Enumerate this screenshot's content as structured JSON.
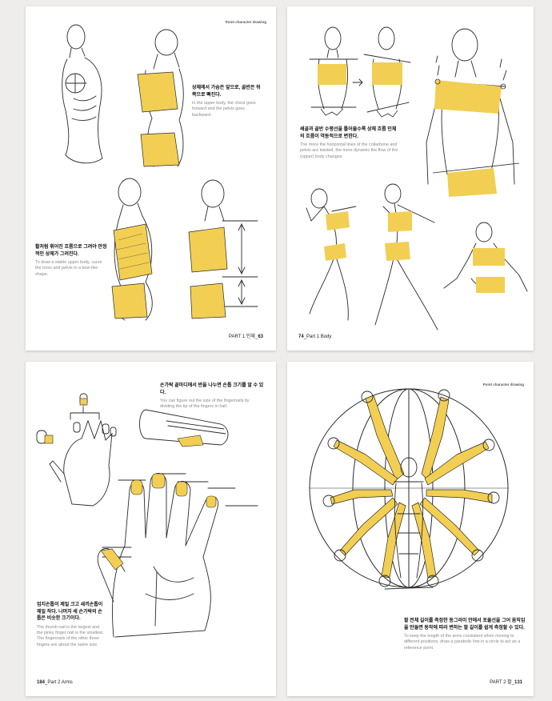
{
  "colors": {
    "highlight": "#f2cf52",
    "line": "#2a2a2a",
    "text_gray": "#8a8a8a",
    "background": "#efedeb"
  },
  "pages": [
    {
      "header": "Point character drawing",
      "captions": [
        {
          "ko": "상체에서 가슴은 앞으로, 골반은 뒤쪽으로 빠진다.",
          "en": "In the upper body, the chest goes forward and the pelvis goes backward."
        },
        {
          "ko": "활처럼 휘어진 흐름으로 그려야 안정적인 상체가 그려진다.",
          "en": "To draw a stable upper body, curve the torso and pelvis in a bow-like shape."
        }
      ],
      "folio": {
        "label": "PART 1 인체",
        "number": "63"
      }
    },
    {
      "header": "",
      "captions": [
        {
          "ko": "쇄골과 골반 수평선을 틀어줄수록 상체 흐름 인체의 흐름이 역동적으로 변한다.",
          "en": "The more the horizontal lines of the collarbone and pelvis are twisted, the more dynamic the flow of the (upper) body changes."
        }
      ],
      "folio": {
        "number": "74",
        "label": "Part 1 Body"
      }
    },
    {
      "header": "",
      "captions": [
        {
          "ko": "손가락 끝마디에서 반을 나누면 손톱 크기를 알 수 있다.",
          "en": "You can figure out the size of the fingernails by dividing the tip of the fingers in half."
        },
        {
          "ko": "엄지손톱이 제일 크고 새끼손톱이 제일 작다. 나머지 세 손가락의 손톱은 비슷한 크기이다.",
          "en": "The thumb nail is the largest and the pinky finger nail is the smallest. The fingernails of the other three fingers are about the same size."
        }
      ],
      "folio": {
        "number": "184",
        "label": "Part 2 Arms"
      }
    },
    {
      "header": "Point character drawing",
      "captions": [
        {
          "ko": "팔 전체 길이를 측정한 동그라미 안에서 포물선을 그어 움직임을 만들면 동작에 따라 변하는 팔 길이를 쉽게 측정할 수 있다.",
          "en": "To keep the length of the arms consistent when moving to different positions, draw a parabolic line in a circle to act as a reference point."
        }
      ],
      "folio": {
        "label": "PART 2 팔",
        "number": "131"
      }
    }
  ]
}
